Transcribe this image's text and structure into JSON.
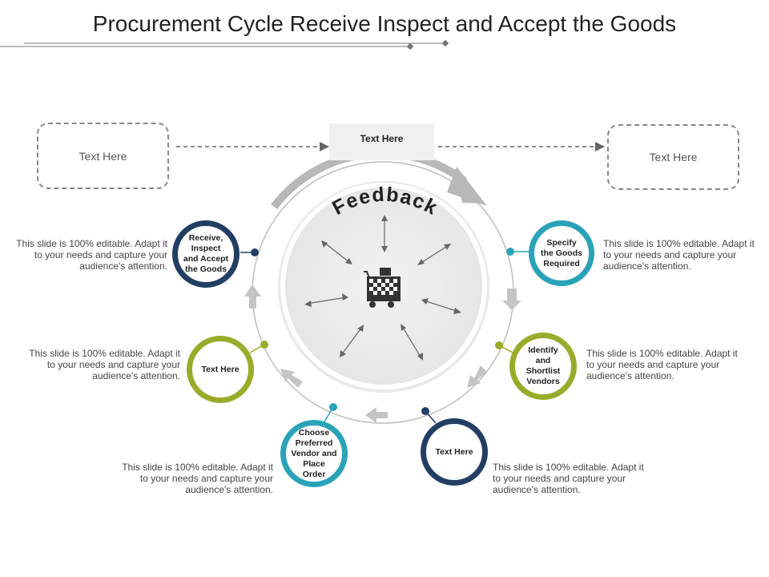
{
  "title": "Procurement Cycle Receive Inspect and Accept the Goods",
  "top_box": "Text Here",
  "left_box": "Text Here",
  "right_box": "Text Here",
  "center_label": "Feedback",
  "steps": [
    {
      "label": "Specify the Goods Required",
      "color": "#2aa3b8"
    },
    {
      "label": "Identify and Shortlist Vendors",
      "color": "#9aab2b"
    },
    {
      "label": "Text Here",
      "color": "#233e63"
    },
    {
      "label": "Choose Preferred Vendor and Place Order",
      "color": "#2aa3b8"
    },
    {
      "label": "Text Here",
      "color": "#9aab2b"
    },
    {
      "label": "Receive, Inspect and Accept the Goods",
      "color": "#233e63"
    }
  ],
  "descriptions": [
    "This slide is 100% editable. Adapt it to your needs and capture your audience's attention.",
    "This slide is 100% editable. Adapt it to your needs and capture your audience's attention.",
    "This slide is 100% editable. Adapt it to your needs and capture your audience's attention.",
    "This slide is 100% editable. Adapt it to your needs and capture your audience's attention.",
    "This slide is 100% editable. Adapt it to your needs and capture your audience's attention.",
    "This slide is 100% editable. Adapt it to your needs and capture your audience's attention."
  ]
}
